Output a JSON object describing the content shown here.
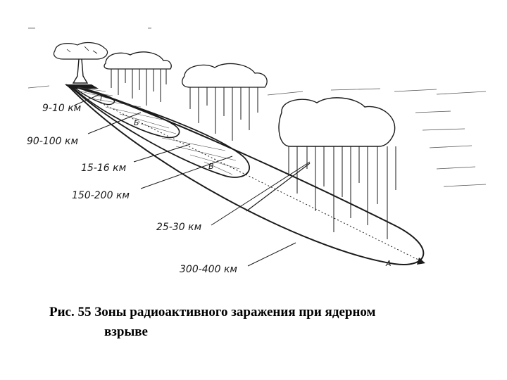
{
  "labels": {
    "d1": "9-10 км",
    "d2": "90-100 км",
    "d3": "15-16 км",
    "d4": "150-200 км",
    "d5": "25-30 км",
    "d6": "300-400 км"
  },
  "zones": {
    "a": "А",
    "b1": "Б",
    "b2": "В",
    "g": "Г"
  },
  "caption": {
    "line1": "Рис. 55  Зоны радиоактивного заражения при ядерном",
    "line2": "взрыве"
  }
}
